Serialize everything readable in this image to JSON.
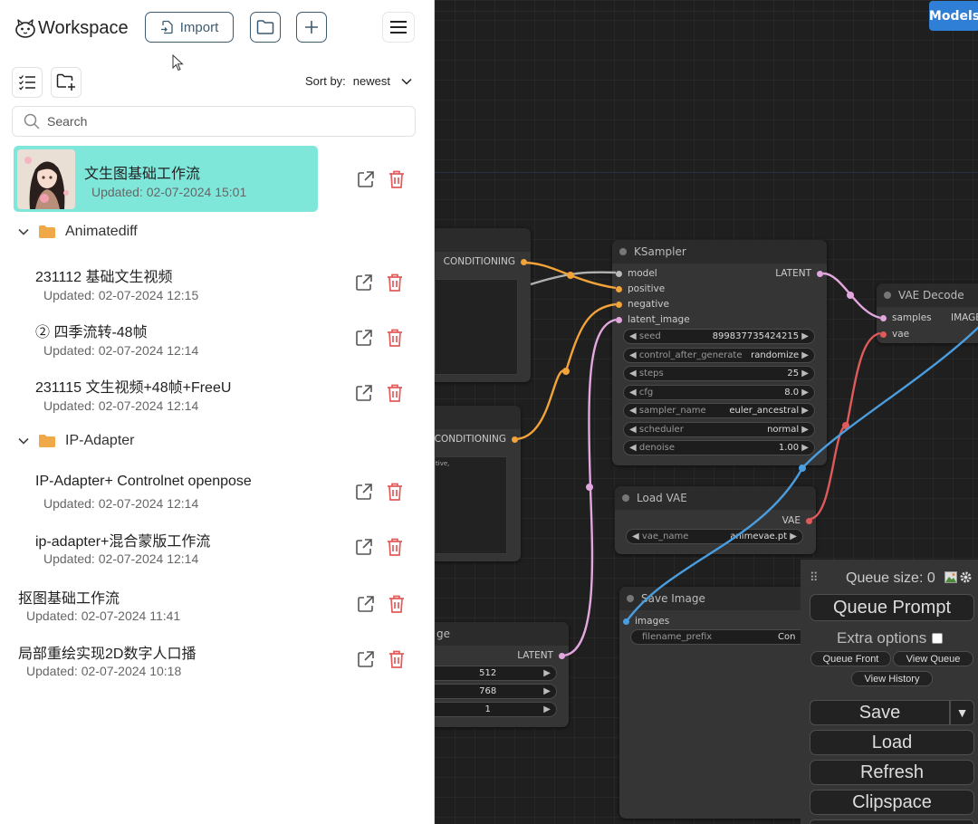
{
  "workspace": {
    "title": "Workspace",
    "import_label": "Import",
    "sort_label": "Sort by:",
    "sort_value": "newest",
    "search_placeholder": "Search"
  },
  "active_workflow": {
    "name": "文生图基础工作流",
    "updated": "Updated: 02-07-2024 15:01"
  },
  "folders": [
    {
      "name": "Animatediff",
      "items": [
        {
          "name": "231112 基础文生视频",
          "updated": "Updated: 02-07-2024 12:15"
        },
        {
          "name": "② 四季流转-48帧",
          "updated": "Updated: 02-07-2024 12:14"
        },
        {
          "name": "231115 文生视频+48帧+FreeU",
          "updated": "Updated: 02-07-2024 12:14"
        }
      ]
    },
    {
      "name": "IP-Adapter",
      "items": [
        {
          "name": "IP-Adapter+ Controlnet openpose",
          "updated": "Updated: 02-07-2024 12:14"
        },
        {
          "name": "ip-adapter+混合蒙版工作流",
          "updated": "Updated: 02-07-2024 12:14"
        }
      ]
    }
  ],
  "root_items": [
    {
      "name": "抠图基础工作流",
      "updated": "Updated: 02-07-2024 11:41"
    },
    {
      "name": "局部重绘实现2D数字人口播",
      "updated": "Updated: 02-07-2024 10:18"
    }
  ],
  "canvas": {
    "models_label": "Models",
    "clip1": {
      "output": "CONDITIONING"
    },
    "clip2": {
      "output": "CONDITIONING",
      "text_fragment": "tive,"
    },
    "ksampler": {
      "title": "KSampler",
      "inputs": [
        "model",
        "positive",
        "negative",
        "latent_image"
      ],
      "output": "LATENT",
      "widgets": [
        {
          "label": "seed",
          "value": "899837735424215"
        },
        {
          "label": "control_after_generate",
          "value": "randomize"
        },
        {
          "label": "steps",
          "value": "25"
        },
        {
          "label": "cfg",
          "value": "8.0"
        },
        {
          "label": "sampler_name",
          "value": "euler_ancestral"
        },
        {
          "label": "scheduler",
          "value": "normal"
        },
        {
          "label": "denoise",
          "value": "1.00"
        }
      ]
    },
    "vae_decode": {
      "title": "VAE Decode",
      "inputs": [
        "samples",
        "vae"
      ],
      "output": "IMAGE"
    },
    "load_vae": {
      "title": "Load VAE",
      "output": "VAE",
      "widget": {
        "label": "vae_name",
        "value": "animevae.pt"
      }
    },
    "save_image": {
      "title": "Save Image",
      "input": "images",
      "widget": {
        "label": "filename_prefix",
        "value": "Con"
      }
    },
    "latent": {
      "title_fragment": "ge",
      "output": "LATENT",
      "values": [
        "512",
        "768",
        "1"
      ]
    }
  },
  "queue_menu": {
    "queue_size": "Queue size: 0",
    "queue_prompt": "Queue Prompt",
    "extra_options": "Extra options",
    "queue_front": "Queue Front",
    "view_queue": "View Queue",
    "view_history": "View History",
    "save": "Save",
    "load": "Load",
    "refresh": "Refresh",
    "clipspace": "Clipspace"
  },
  "colors": {
    "active_bg": "#7ee7da",
    "delete_red": "#e35b5b",
    "folder_orange": "#f0a948",
    "wire_orange": "#f2a33a",
    "wire_pink": "#e3a7e0",
    "wire_blue": "#4a9ee0",
    "wire_red": "#e05a5a",
    "wire_gray": "#b0b0b0",
    "models_blue": "#2f7fd6"
  }
}
